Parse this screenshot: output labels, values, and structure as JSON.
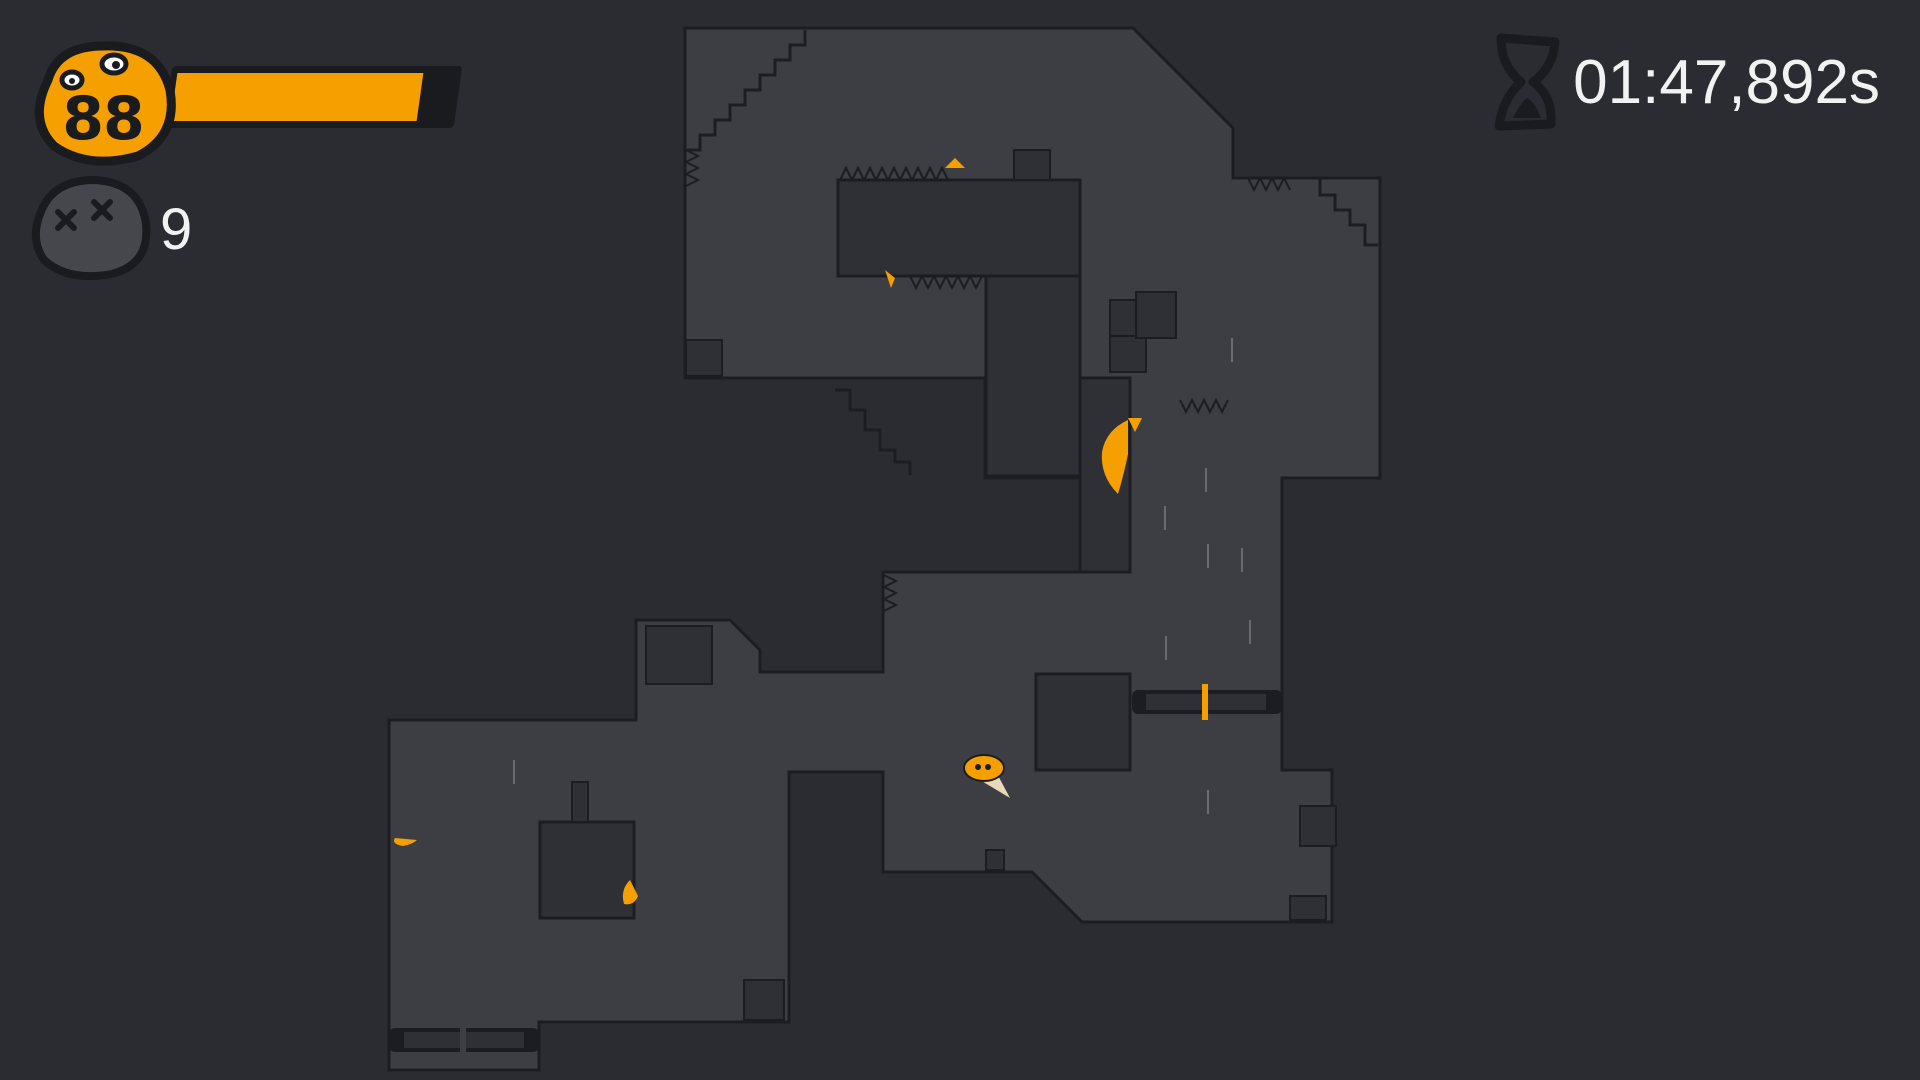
{
  "hud": {
    "health": {
      "value": "88",
      "fill_fraction": 0.88,
      "icon": "blob-face-icon"
    },
    "deaths": {
      "count": "9",
      "icon": "dead-blob-icon"
    },
    "timer": {
      "value": "01:47,892s",
      "icon": "hourglass-icon"
    }
  },
  "colors": {
    "background": "#2b2c32",
    "room_fill": "#3d3e44",
    "solid_fill": "#2f3036",
    "outline": "#1c1d21",
    "accent_orange": "#f5a000",
    "hud_text": "#f2f2f2"
  }
}
